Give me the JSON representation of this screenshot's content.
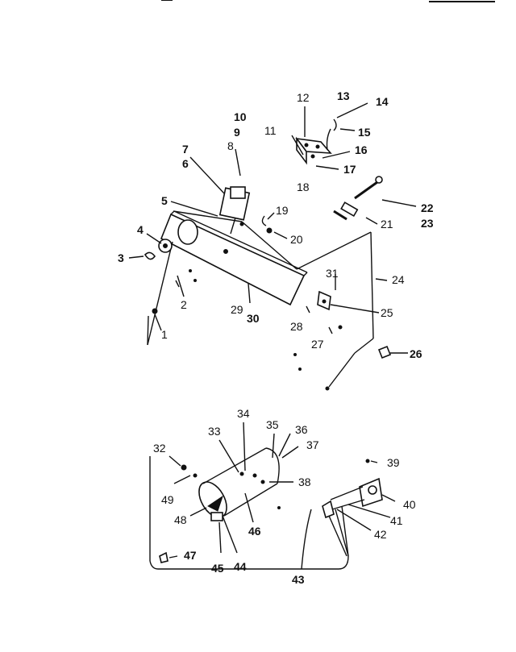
{
  "header": {
    "top_rule_color": "#111111"
  },
  "callouts": {
    "c1": "1",
    "c2": "2",
    "c3": "3",
    "c4": "4",
    "c5": "5",
    "c6": "6",
    "c7": "7",
    "c8": "8",
    "c9": "9",
    "c10": "10",
    "c11": "11",
    "c12": "12",
    "c13": "13",
    "c14": "14",
    "c15": "15",
    "c16": "16",
    "c17": "17",
    "c18": "18",
    "c19": "19",
    "c20": "20",
    "c21": "21",
    "c22": "22",
    "c23": "23",
    "c24": "24",
    "c25": "25",
    "c26": "26",
    "c27": "27",
    "c28": "28",
    "c29": "29",
    "c30": "30",
    "c31": "31",
    "c32": "32",
    "c33": "33",
    "c34": "34",
    "c35": "35",
    "c36": "36",
    "c37": "37",
    "c38": "38",
    "c39": "39",
    "c40": "40",
    "c41": "41",
    "c42": "42",
    "c43": "43",
    "c44": "44",
    "c45": "45",
    "c46": "46",
    "c47": "47",
    "c48": "48",
    "c49": "49"
  }
}
